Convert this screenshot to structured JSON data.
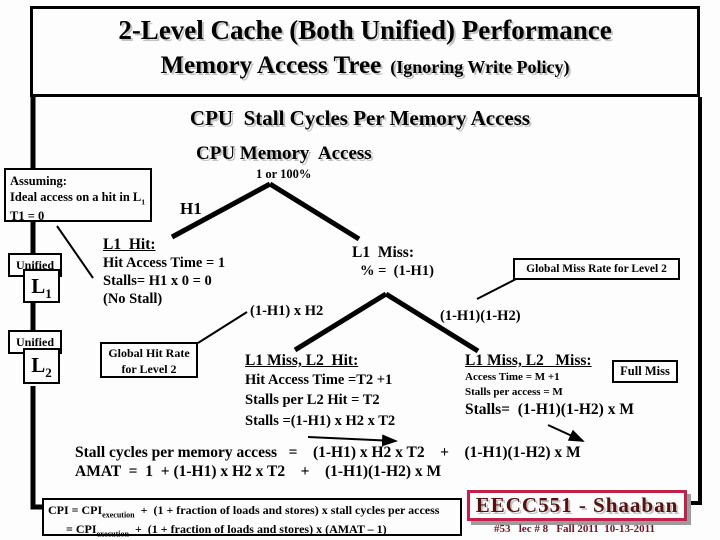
{
  "slide": {
    "title_line1": "2-Level Cache (Both Unified) Performance",
    "title_line2": "Memory Access Tree",
    "title_line2_note": "(Ignoring Write Policy)",
    "heading": "CPU  Stall Cycles Per Memory Access"
  },
  "tree": {
    "root": "CPU Memory  Access",
    "root_pct": "1 or 100%",
    "h1": "H1",
    "assuming": {
      "l1": "Assuming:",
      "l2_main": "Ideal access on a hit in L",
      "l2_sub": "1",
      "l3": "T1 = 0"
    },
    "unified_l1": {
      "tag": "Unified",
      "main": "L",
      "sub": "1"
    },
    "unified_l2": {
      "tag": "Unified",
      "main": "L",
      "sub": "2"
    },
    "l1_hit": {
      "title": "L1  Hit:",
      "l1": "Hit Access Time = 1",
      "l2": "Stalls= H1 x 0 = 0",
      "l3": "(No Stall)"
    },
    "l1_miss": {
      "title": "L1  Miss:",
      "l1": "% =  (1-H1)"
    },
    "global_miss": "Global Miss Rate for Level 2",
    "global_hit": {
      "l1": "Global Hit Rate",
      "l2": "for Level 2"
    },
    "edge_l2_hit": "(1-H1) x H2",
    "edge_l2_miss": "(1-H1)(1-H2)",
    "l2_hit": {
      "title": "L1 Miss, L2  Hit:",
      "l1": "Hit Access Time =T2 +1",
      "l2": "Stalls per L2 Hit = T2",
      "l3": "Stalls =(1-H1) x H2 x T2"
    },
    "l2_miss": {
      "title": "L1 Miss, L2   Miss:",
      "l1": "Access Time = M +1",
      "l2": "Stalls per access = M",
      "l3": "Stalls=  (1-H1)(1-H2) x M"
    },
    "full_miss": "Full Miss"
  },
  "formulas": {
    "stall": "Stall cycles per memory access   =    (1-H1) x H2 x T2    +    (1-H1)(1-H2) x M",
    "amat": "AMAT  =  1  + (1-H1) x H2 x T2    +    (1-H1)(1-H2) x M"
  },
  "cpi": {
    "l1_a": "CPI = CPI",
    "l1_sub": "execution",
    "l1_b": "  +  (1 + fraction of loads and stores) x stall cycles per access",
    "l2_a": "      = CPI",
    "l2_sub": "execution",
    "l2_b": "  +  (1 + fraction of loads and stores) x (AMAT – 1)"
  },
  "footer": {
    "brand": "EECC551 - Shaaban",
    "meta": "#53   lec # 8   Fall 2011  10-13-2011"
  },
  "colors": {
    "brand_text": "#581111",
    "brand_border": "#c32148",
    "meta_text": "#7a1022"
  }
}
